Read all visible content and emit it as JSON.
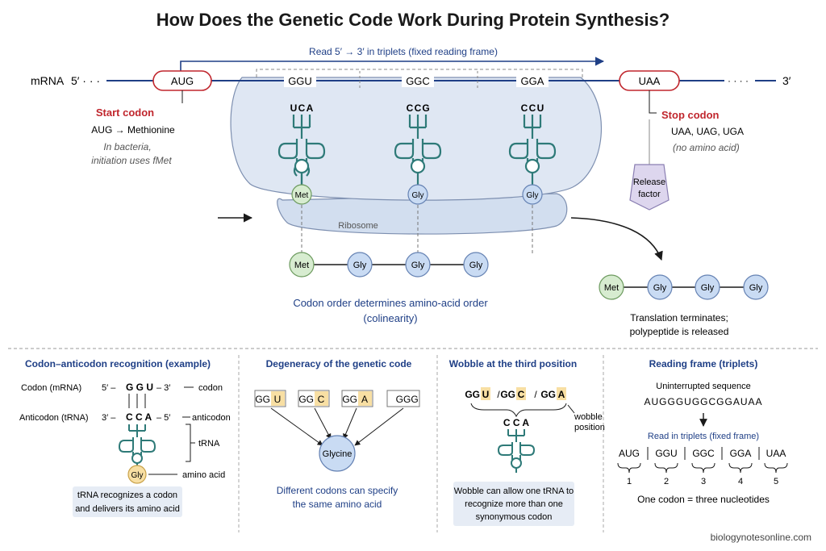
{
  "title": "How Does the Genetic Code Work During Protein Synthesis?",
  "reading_arrow_label": "Read 5′ → 3′ in triplets (fixed reading frame)",
  "mrna": {
    "label": "mRNA",
    "five_prime": "5′ · · ·",
    "three_prime": "· · · ·",
    "three_prime_end": "3′",
    "start_codon": "AUG",
    "codons": [
      "GGU",
      "GGC",
      "GGA"
    ],
    "stop_codon": "UAA"
  },
  "start_codon_note": {
    "heading": "Start codon",
    "line1": "AUG → Methionine",
    "line2": "In bacteria,",
    "line3": "initiation uses fMet"
  },
  "stop_codon_note": {
    "heading": "Stop codon",
    "line1": "UAA, UAG, UGA",
    "line2": "(no amino acid)"
  },
  "release_factor": {
    "line1": "Release",
    "line2": "factor"
  },
  "trnas": [
    {
      "anticodon": [
        "U",
        "C",
        "A"
      ],
      "amino_acid": "Met"
    },
    {
      "anticodon": [
        "C",
        "C",
        "G"
      ],
      "amino_acid": "Gly"
    },
    {
      "anticodon": [
        "C",
        "C",
        "U"
      ],
      "amino_acid": "Gly"
    }
  ],
  "ribosome_label": "Ribosome",
  "chain_middle": [
    "Met",
    "Gly",
    "Gly",
    "Gly"
  ],
  "chain_right": [
    "Met",
    "Gly",
    "Gly",
    "Gly"
  ],
  "colinearity": {
    "line1": "Codon order determines amino-acid order",
    "line2": "(colinearity)"
  },
  "termination": {
    "line1": "Translation terminates;",
    "line2": "polypeptide is released"
  },
  "panel1": {
    "title": "Codon–anticodon recognition (example)",
    "codon_label": "Codon (mRNA)",
    "codon_5": "5′ –",
    "codon_seq": "G G U",
    "codon_3": "– 3′",
    "codon_tag": "codon",
    "anticodon_label": "Anticodon (tRNA)",
    "anticodon_3": "3′ –",
    "anticodon_seq": "C C A",
    "anticodon_5": "– 5′",
    "anticodon_tag": "anticodon",
    "trna_tag": "tRNA",
    "amino_acid": "Gly",
    "amino_tag": "amino acid",
    "caption1": "tRNA recognizes a codon",
    "caption2": "and delivers its amino acid"
  },
  "panel2": {
    "title": "Degeneracy of the genetic code",
    "codons": [
      {
        "stem": "GG",
        "third": "U"
      },
      {
        "stem": "GG",
        "third": "C"
      },
      {
        "stem": "GG",
        "third": "A"
      },
      {
        "stem": "GG",
        "third": "G"
      }
    ],
    "target": "Glycine",
    "caption1": "Different codons can specify",
    "caption2": "the same amino acid"
  },
  "panel3": {
    "title": "Wobble at the third position",
    "codons": [
      {
        "stem": "GG",
        "third": "U"
      },
      {
        "stem": "GG",
        "third": "C"
      },
      {
        "stem": "GG",
        "third": "A"
      }
    ],
    "sep": "/",
    "wobble1": "wobble",
    "wobble2": "position",
    "anticodon": "C C A",
    "caption1": "Wobble can allow one tRNA to",
    "caption2": "recognize more than one",
    "caption3": "synonymous codon"
  },
  "panel4": {
    "title": "Reading frame (triplets)",
    "subtitle": "Uninterrupted sequence",
    "sequence": "AUGGGUGGCGGAUAA",
    "read_label": "Read in triplets (fixed frame)",
    "triplets": [
      "AUG",
      "GGU",
      "GGC",
      "GGA",
      "UAA"
    ],
    "numbers": [
      "1",
      "2",
      "3",
      "4",
      "5"
    ],
    "caption": "One codon = three nucleotides"
  },
  "credit": "biologynotesonline.com",
  "colors": {
    "navy": "#1f3f86",
    "red": "#c0262d",
    "teal": "#2e7a78",
    "ribosome": "#dfe7f3",
    "met": "#d7ecd0",
    "gly": "#c9dbf3",
    "highlight": "#f8dfa3",
    "release": "#ddd6ee"
  }
}
